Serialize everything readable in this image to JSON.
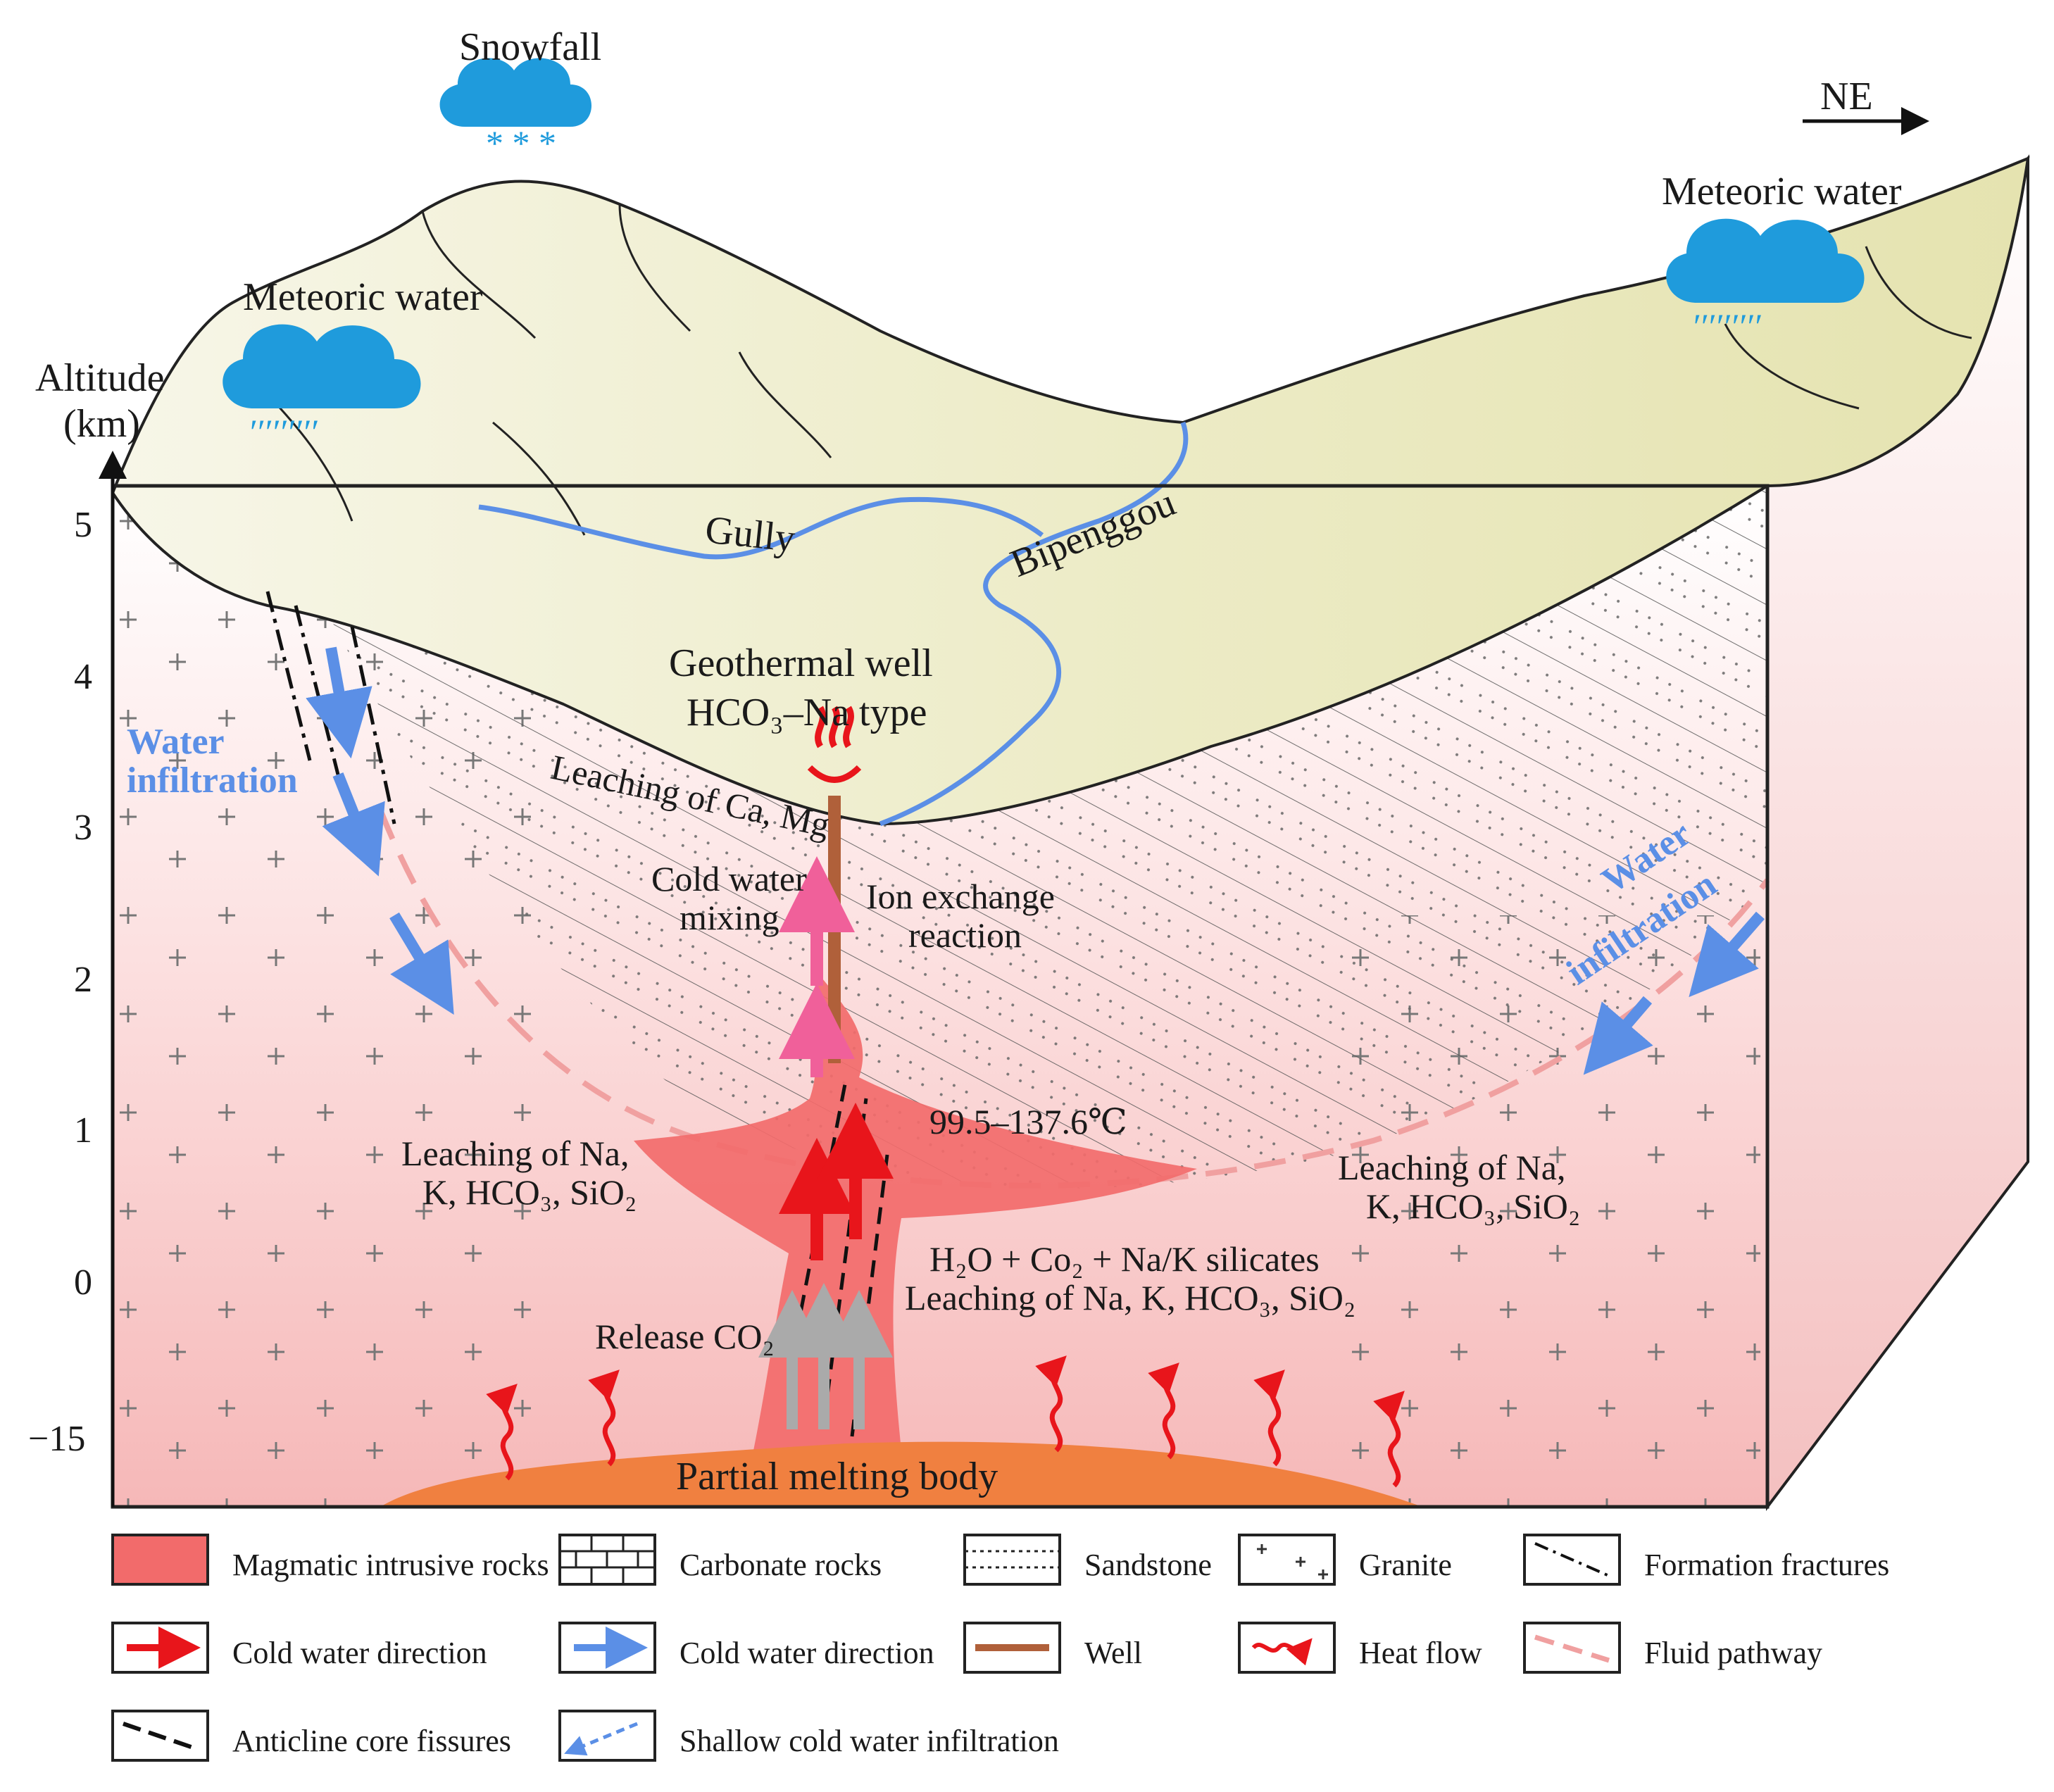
{
  "compass": "NE",
  "labels": {
    "snowfall": "Snowfall",
    "meteoric_left": "Meteoric water",
    "meteoric_right": "Meteoric water",
    "gully": "Gully",
    "bipenggou": "Bipenggou",
    "geothermal_well_1": "Geothermal well",
    "geothermal_well_2": "HCO₃–Na type",
    "water_infiltration_left_1": "Water",
    "water_infiltration_left_2": "infiltration",
    "water_infiltration_right_1": "Water",
    "water_infiltration_right_2": "infiltration",
    "leaching_ca_mg": "Leaching of Ca, Mg",
    "cold_water_mixing_1": "Cold water",
    "cold_water_mixing_2": "mixing",
    "ion_exchange_1": "Ion exchange",
    "ion_exchange_2": "reaction",
    "temperature": "99.5–137.6℃",
    "leaching_left_1": "Leaching of Na,",
    "leaching_left_2": "K, HCO₃, SiO₂",
    "leaching_right_1": "Leaching of Na,",
    "leaching_right_2": "K, HCO₃, SiO₂",
    "reaction_1": "H₂O + Co₂ + Na/K silicates",
    "reaction_2": "Leaching of Na, K, HCO₃, SiO₂",
    "release_co2": "Release CO₂",
    "partial_melting": "Partial melting body"
  },
  "axis": {
    "title_1": "Altitude",
    "title_2": "(km)",
    "ticks": [
      "5",
      "4",
      "3",
      "2",
      "1",
      "0",
      "−15"
    ]
  },
  "legend": [
    {
      "label": "Magmatic intrusive rocks",
      "icon": "magmatic-swatch"
    },
    {
      "label": "Carbonate rocks",
      "icon": "carbonate-swatch"
    },
    {
      "label": "Sandstone",
      "icon": "sandstone-swatch"
    },
    {
      "label": "Granite",
      "icon": "granite-swatch"
    },
    {
      "label": "Formation fractures",
      "icon": "fracture-swatch"
    },
    {
      "label": "Cold water direction",
      "icon": "red-arrow"
    },
    {
      "label": "Cold water direction",
      "icon": "blue-arrow"
    },
    {
      "label": "Well",
      "icon": "well-line"
    },
    {
      "label": "Heat flow",
      "icon": "wavy-red-arrow"
    },
    {
      "label": "Fluid pathway",
      "icon": "pink-dash"
    },
    {
      "label": "Anticline core fissures",
      "icon": "black-dash"
    },
    {
      "label": "Shallow cold water infiltration",
      "icon": "blue-dash-arrow"
    }
  ],
  "colors": {
    "terrain": "#eeeccc",
    "magma": "#f26b6b",
    "melt": "#f08040",
    "water_blue": "#5b8fe6",
    "pathway": "#f0a0a0",
    "well": "#b0603a"
  }
}
